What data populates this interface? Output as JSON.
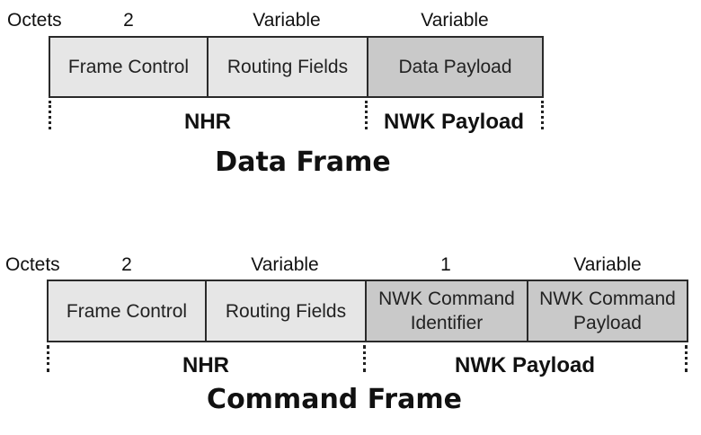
{
  "data_frame": {
    "octets_label": "Octets",
    "sizes": [
      "2",
      "Variable",
      "Variable"
    ],
    "fields": [
      "Frame Control",
      "Routing Fields",
      "Data Payload"
    ],
    "header_label": "NHR",
    "payload_label": "NWK Payload",
    "title": "Data Frame"
  },
  "command_frame": {
    "octets_label": "Octets",
    "sizes": [
      "2",
      "Variable",
      "1",
      "Variable"
    ],
    "fields": [
      "Frame Control",
      "Routing Fields",
      "NWK Command\nIdentifier",
      "NWK Command\nPayload"
    ],
    "header_label": "NHR",
    "payload_label": "NWK Payload",
    "title": "Command Frame"
  },
  "colors": {
    "header_field_fill": "#e6e6e6",
    "payload_field_fill": "#c9c9c9",
    "border": "#2a2a2a"
  }
}
